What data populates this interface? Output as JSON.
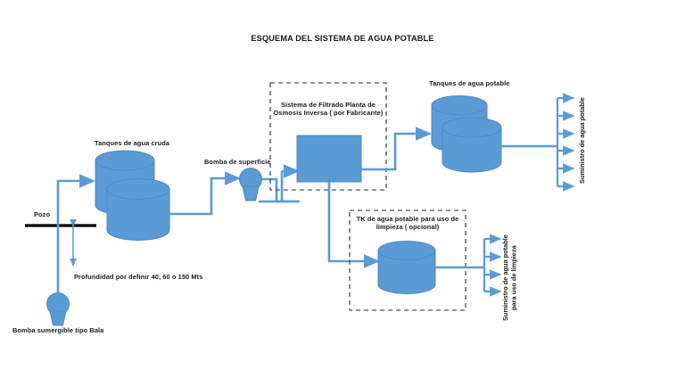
{
  "title": "ESQUEMA DEL SISTEMA DE AGUA POTABLE",
  "colors": {
    "fill": "#5B9BD5",
    "stroke": "#4A89C8",
    "line": "#5B9BD5",
    "dashed_box": "#2b2b2b",
    "ground_line": "#000000",
    "text": "#1a1a1a"
  },
  "labels": {
    "pozo": "Pozo",
    "depth_note": "Profundidad por definir 40, 60 o 150 Mts",
    "submersible_pump": "Bomba sumergible tipo Bala",
    "raw_water_tanks": "Tanques de agua cruda",
    "surface_pump": "Bomba de superficie",
    "filter_plant_line1": "Sistema de Filtrado Planta de",
    "filter_plant_line2": "Osmosis Inversa ( por Fabricante)",
    "potable_tanks": "Tanques de agua potable",
    "cleaning_tank_line1": "TK de agua potable para uso de",
    "cleaning_tank_line2": "limpieza ( opcional)",
    "supply_potable": "Suministro de agua potable",
    "supply_cleaning_line1": "Suministro de agua potable",
    "supply_cleaning_line2": "para uso de limpieza"
  },
  "counts": {
    "potable_outlets": 6,
    "cleaning_outlets": 4,
    "raw_tanks": 2,
    "potable_tanks": 2
  }
}
